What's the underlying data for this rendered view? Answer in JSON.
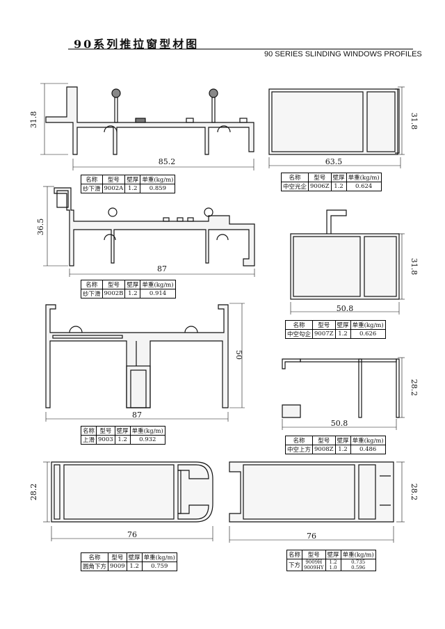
{
  "header": {
    "title_cn": "90系列推拉窗型材图",
    "title_en": "90 SERIES SLINDING WINDOWS PROFILES"
  },
  "table_headers": [
    "名称",
    "型号",
    "壁厚",
    "单重"
  ],
  "weight_unit": "(kg/m)",
  "profiles": [
    {
      "name": "纱下滑",
      "model": "9002A",
      "wall": "1.2",
      "weight": "0.859",
      "width": "85.2",
      "height": "31.8"
    },
    {
      "name": "中空光企",
      "model": "9006Z",
      "wall": "1.2",
      "weight": "0.624",
      "width": "63.5",
      "height": "31.8"
    },
    {
      "name": "纱下滑",
      "model": "9002B",
      "wall": "1.2",
      "weight": "0.914",
      "width": "87",
      "height": "36.5"
    },
    {
      "name": "中空勾企",
      "model": "9007Z",
      "wall": "1.2",
      "weight": "0.626",
      "width": "50.8",
      "height": "31.8"
    },
    {
      "name": "上滑",
      "model": "9003",
      "wall": "1.2",
      "weight": "0.932",
      "width": "87",
      "height": "50"
    },
    {
      "name": "中空上方",
      "model": "9008Z",
      "wall": "1.2",
      "weight": "0.486",
      "width": "50.8",
      "height": "28.2"
    },
    {
      "name": "圆角下方",
      "model": "9009",
      "wall": "1.2",
      "weight": "0.759",
      "width": "76",
      "height": "28.2"
    },
    {
      "name": "下方",
      "model": "9009H",
      "model_b": "9009HY",
      "wall": "1.2",
      "wall_b": "1.0",
      "weight": "0.735",
      "weight_b": "0.596",
      "width": "76",
      "height": "28.2"
    }
  ]
}
